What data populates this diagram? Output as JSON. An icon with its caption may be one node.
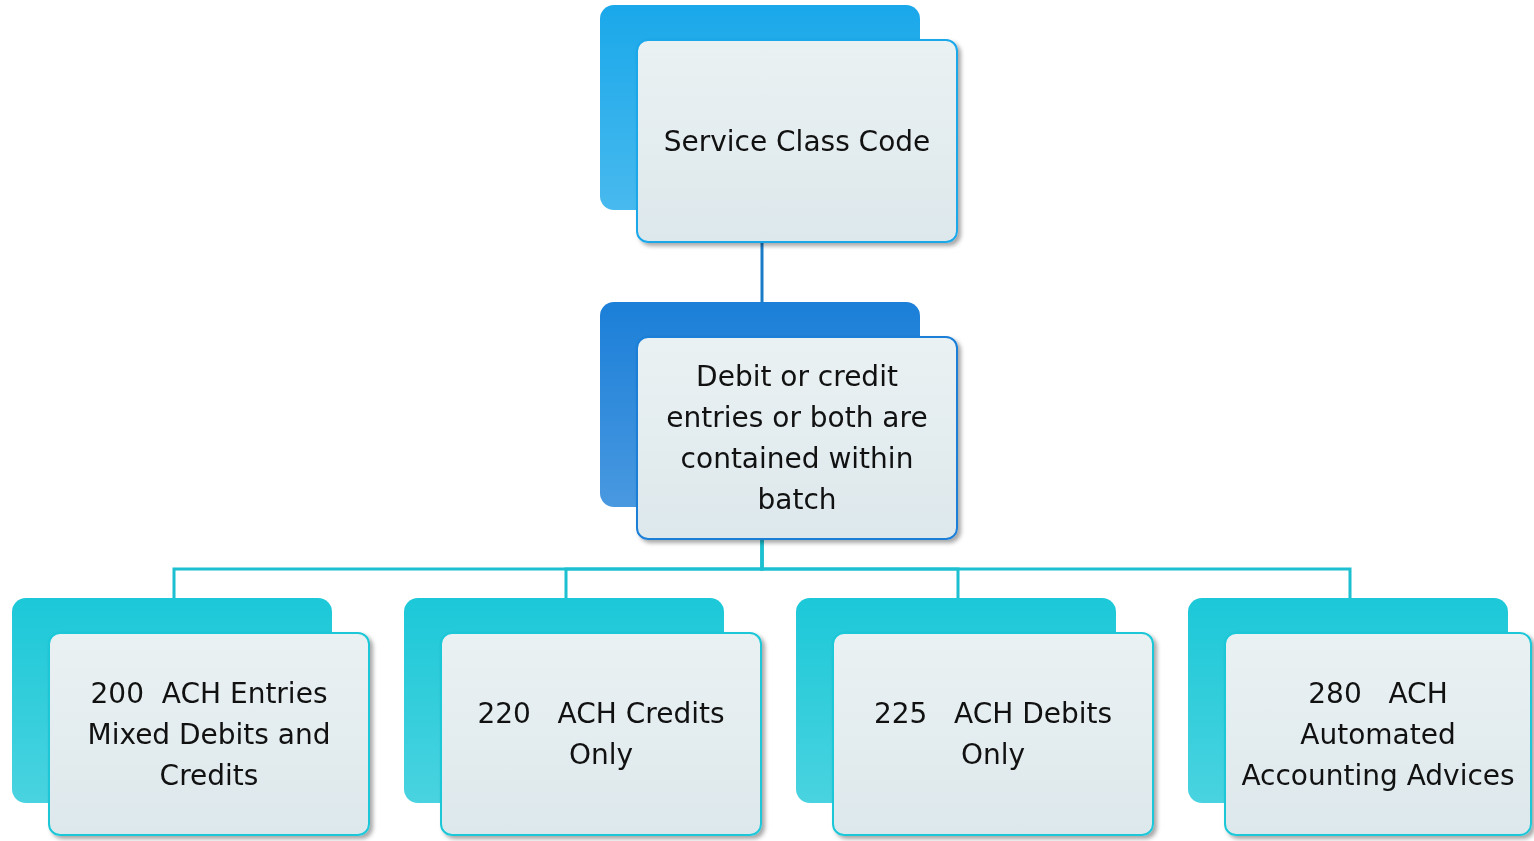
{
  "diagram": {
    "nodes": [
      {
        "text": [
          "Service Class Code"
        ]
      },
      {
        "text": [
          "Debit or credit entries or both are contained within batch"
        ]
      },
      {
        "text": [
          "200  ACH Entries Mixed Debits and Credits"
        ]
      },
      {
        "text": [
          "220   ACH Credits Only"
        ]
      },
      {
        "text": [
          "225   ACH Debits Only"
        ]
      },
      {
        "text": [
          "280   ACH Automated Accounting Advices"
        ]
      }
    ],
    "edges": [
      {
        "from": 0,
        "to": 1,
        "arrow": "none",
        "color": "#1a7cc8"
      },
      {
        "from": 1,
        "to": 2,
        "arrow": "none"
      },
      {
        "from": 1,
        "to": 3,
        "arrow": "none"
      },
      {
        "from": 1,
        "to": 4,
        "arrow": "none"
      },
      {
        "from": 1,
        "to": 5,
        "arrow": "none"
      }
    ]
  }
}
